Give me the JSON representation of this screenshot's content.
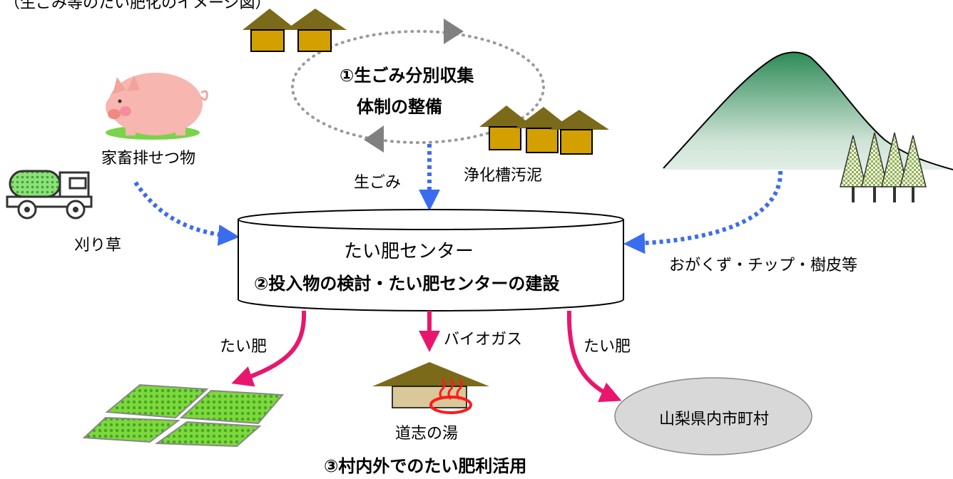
{
  "header_fragment": "（生ごみ等のたい肥化のイメージ図）",
  "collection": {
    "title_line1": "①生ごみ分別収集",
    "title_line2": "体制の整備"
  },
  "inputs": {
    "livestock": "家畜排せつ物",
    "grass": "刈り草",
    "food_waste": "生ごみ",
    "septic_sludge": "浄化槽汚泥",
    "wood": "おがくず・チップ・樹皮等"
  },
  "center": {
    "name": "たい肥センター",
    "task": "②投入物の検討・たい肥センターの建設"
  },
  "outputs": {
    "compost_left": "たい肥",
    "biogas": "バイオガス",
    "compost_right": "たい肥",
    "onsen": "道志の湯",
    "municipalities": "山梨県内市町村"
  },
  "footer": {
    "task": "③村内外でのたい肥利活用"
  },
  "colors": {
    "input_arrow": "#3b6cf0",
    "output_arrow": "#e8176d",
    "cycle_dots": "#9a9a9a",
    "cycle_arrow": "#808080",
    "house_roof": "#7a6a1a",
    "house_wall": "#d4a000",
    "mountain_top": "#2e8b57",
    "field_green": "#7fd83a",
    "ellipse_fill": "#d8d8d8",
    "pig": "#f7b6b0"
  }
}
